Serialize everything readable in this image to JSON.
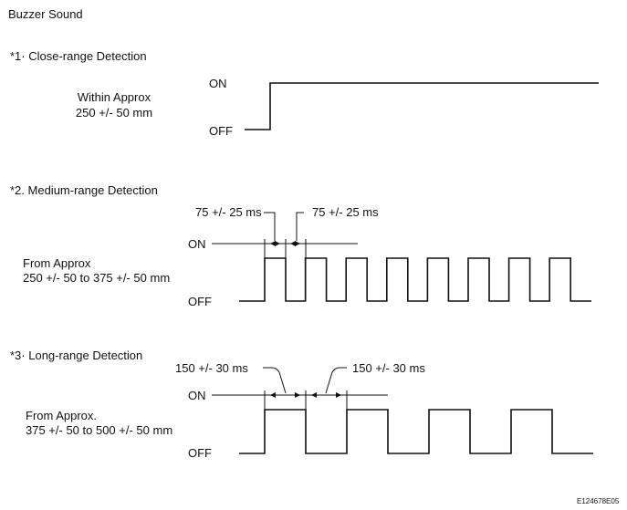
{
  "title": "Buzzer Sound",
  "sections": [
    {
      "heading": "*1· Close-range Detection",
      "condition_line1": "Within Approx",
      "condition_line2": "250 +/- 50 mm",
      "on_label": "ON",
      "off_label": "OFF",
      "pattern": "continuous"
    },
    {
      "heading": "*2. Medium-range Detection",
      "condition_line1": "From Approx",
      "condition_line2": "250 +/- 50 to 375 +/- 50 mm",
      "on_label": "ON",
      "off_label": "OFF",
      "timing_on": "75 +/- 25 ms",
      "timing_off": "75 +/- 25 ms",
      "pulses": 8
    },
    {
      "heading": "*3· Long-range Detection",
      "condition_line1": "From Approx.",
      "condition_line2": "375 +/- 50 to 500 +/- 50 mm",
      "on_label": "ON",
      "off_label": "OFF",
      "timing_on": "150 +/- 30 ms",
      "timing_off": "150 +/- 30 ms",
      "pulses": 4
    }
  ],
  "figure_code": "E124678E05"
}
